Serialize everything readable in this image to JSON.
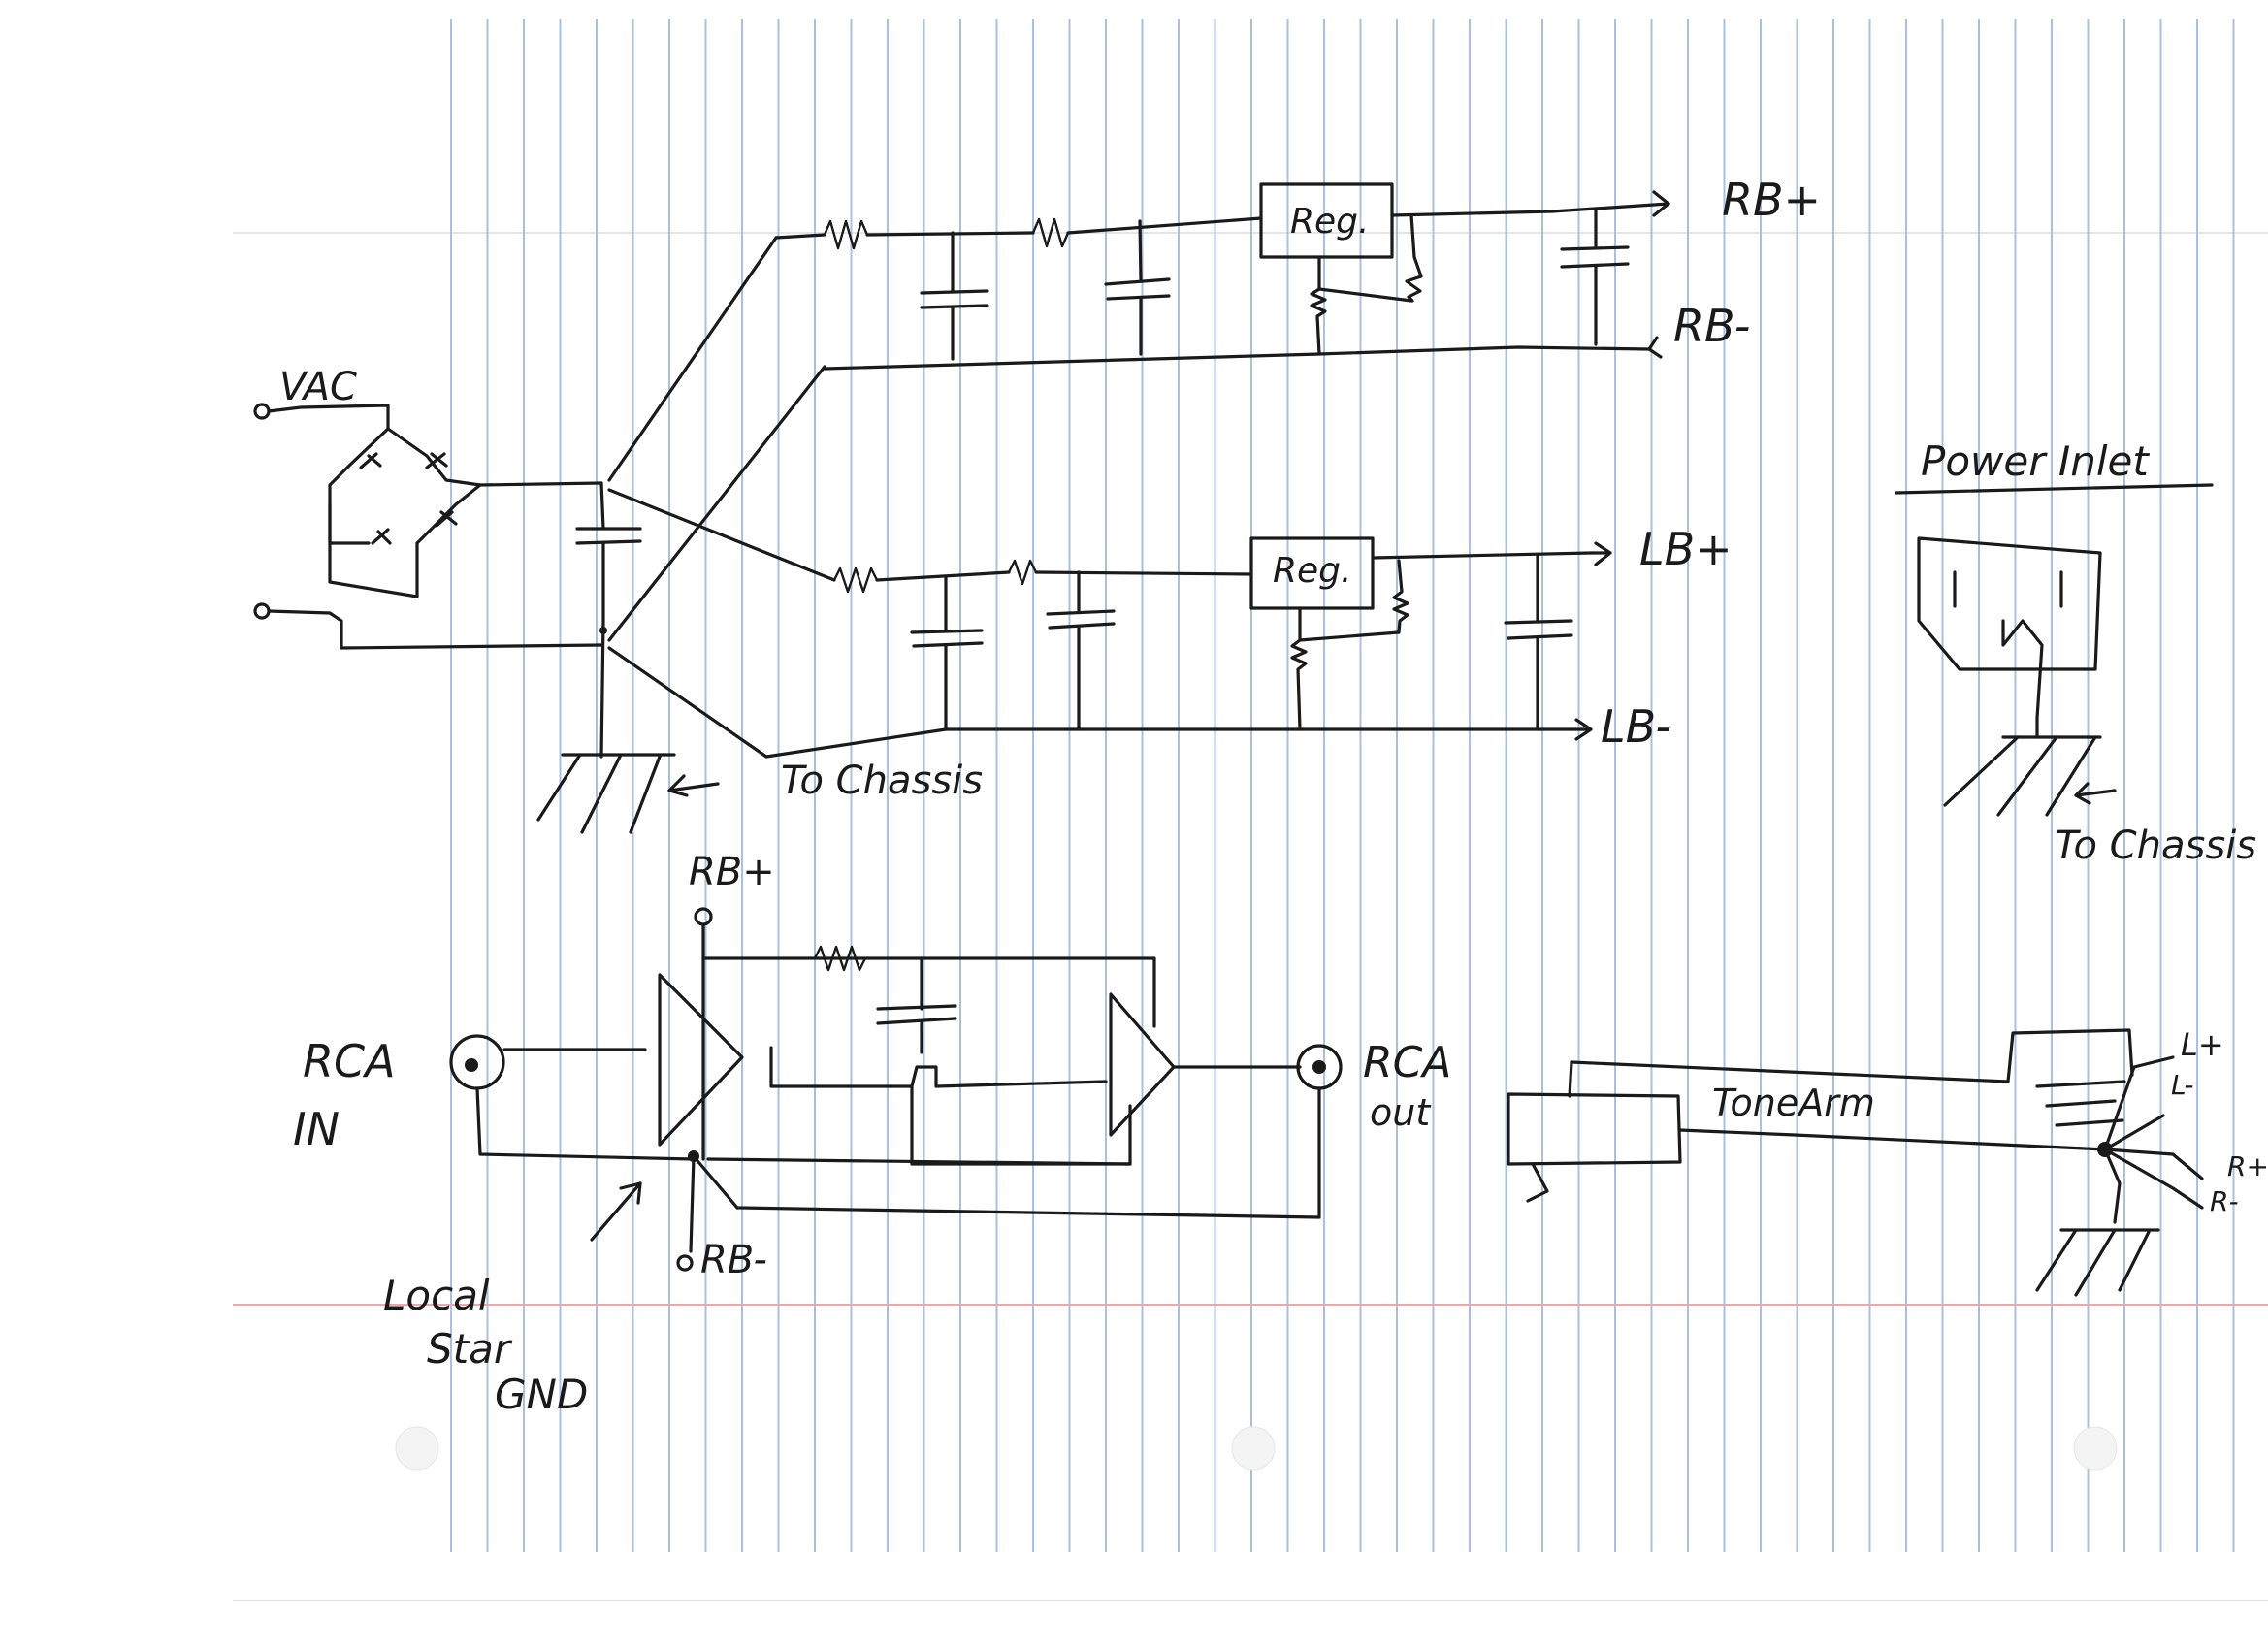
{
  "sheet": {
    "paper_color": "#ffffff",
    "rule_color": "#a9c1dc",
    "margin_color": "#e8a9ad",
    "ink_color": "#1a1a1a"
  },
  "labels": {
    "vac": "VAC",
    "rb_plus": "RB+",
    "rb_minus": "RB-",
    "lb_plus": "LB+",
    "lb_minus": "LB-",
    "reg_top": "Reg.",
    "reg_bottom": "Reg.",
    "to_chassis_psu": "To Chassis",
    "power_inlet": "Power Inlet",
    "to_chassis_inlet": "To Chassis",
    "amp_rb_plus": "RB+",
    "amp_rb_minus": "RB-",
    "rca_in_line1": "RCA",
    "rca_in_line2": "IN",
    "rca_out_line1": "RCA",
    "rca_out_line2": "out",
    "local_star_line1": "Local",
    "local_star_line2": "Star",
    "local_star_line3": "GND",
    "tonearm": "ToneArm",
    "tonearm_l_plus": "L+",
    "tonearm_l_minus": "L-",
    "tonearm_r_plus": "R+",
    "tonearm_r_minus": "R-"
  }
}
